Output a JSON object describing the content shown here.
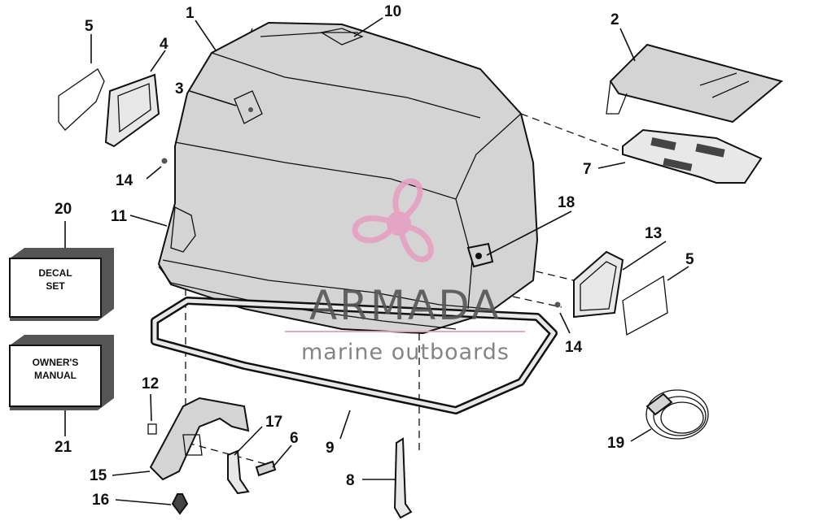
{
  "callouts": [
    "1",
    "2",
    "3",
    "4",
    "5",
    "5",
    "6",
    "7",
    "8",
    "9",
    "10",
    "11",
    "12",
    "13",
    "14",
    "14",
    "15",
    "16",
    "17",
    "18",
    "19",
    "20",
    "21"
  ],
  "decal_box": {
    "line1": "DECAL",
    "line2": "SET"
  },
  "manual_box": {
    "line1": "OWNER'S",
    "line2": "MANUAL"
  },
  "watermark": {
    "title": "ARMADA",
    "subtitle": "marine outboards",
    "logo_icon": "propeller-icon",
    "logo_color": "#e6a0c4"
  },
  "colors": {
    "ink": "#111111",
    "paper": "#ffffff",
    "cowl_shade": "#d4d4d4",
    "dark_fill": "#444444"
  }
}
